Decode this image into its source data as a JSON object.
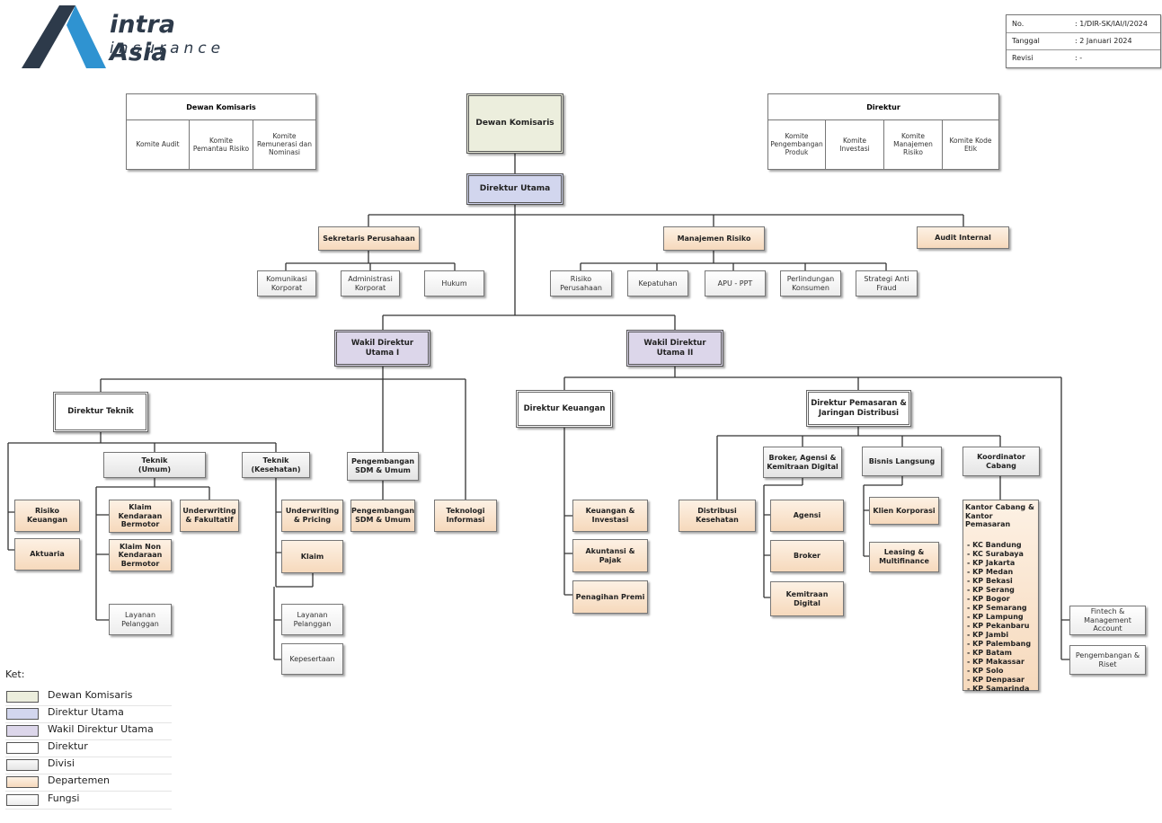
{
  "logo": {
    "brand": "intra Asia",
    "sub": "insurance"
  },
  "doc_info": [
    {
      "label": "No.",
      "value": ": 1/DIR-SK/IAI/I/2024"
    },
    {
      "label": "Tanggal",
      "value": ": 2 Januari 2024"
    },
    {
      "label": "Revisi",
      "value": ": -"
    }
  ],
  "committee_left": {
    "title": "Dewan Komisaris",
    "items": [
      "Komite Audit",
      "Komite Pemantau Risiko",
      "Komite Remunerasi dan Nominasi"
    ]
  },
  "committee_right": {
    "title": "Direktur",
    "items": [
      "Komite Pengembangan Produk",
      "Komite Investasi",
      "Komite Manajemen Risiko",
      "Komite Kode Etik"
    ]
  },
  "top": {
    "dewan_komisaris": "Dewan Komisaris",
    "direktur_utama": "Direktur Utama"
  },
  "corp": {
    "sekretaris": "Sekretaris Perusahaan",
    "komunikasi": "Komunikasi Korporat",
    "administrasi": "Administrasi Korporat",
    "hukum": "Hukum",
    "manajemen_risiko": "Manajemen Risiko",
    "risiko_perusahaan": "Risiko Perusahaan",
    "kepatuhan": "Kepatuhan",
    "apu": "APU - PPT",
    "perlindungan": "Perlindungan Konsumen",
    "strategi": "Strategi Anti Fraud",
    "audit": "Audit Internal"
  },
  "wadir1": {
    "title": "Wakil Direktur Utama I",
    "direktur_teknik": "Direktur Teknik",
    "teknik_umum": "Teknik\n(Umum)",
    "teknik_kesehatan": "Teknik\n(Kesehatan)",
    "risiko_keuangan": "Risiko Keuangan",
    "aktuaria": "Aktuaria",
    "klaim_kendaraan": "Klaim Kendaraan Bermotor",
    "klaim_non": "Klaim Non Kendaraan Bermotor",
    "layanan_umum": "Layanan Pelanggan",
    "uw_fakultatif": "Underwriting & Fakultatif",
    "uw_pricing": "Underwriting & Pricing",
    "klaim": "Klaim",
    "layanan_kes": "Layanan Pelanggan",
    "kepesertaan": "Kepesertaan",
    "sdm_div": "Pengembangan SDM & Umum",
    "sdm_dept": "Pengembangan SDM & Umum",
    "ti": "Teknologi Informasi"
  },
  "wadir2": {
    "title": "Wakil Direktur Utama II",
    "direktur_keuangan": "Direktur  Keuangan",
    "keuangan_investasi": "Keuangan & Investasi",
    "akuntansi": "Akuntansi & Pajak",
    "penagihan": "Penagihan Premi",
    "direktur_pemasaran": "Direktur  Pemasaran & Jaringan Distribusi",
    "distribusi_kes": "Distribusi Kesehatan",
    "broker_div": "Broker, Agensi & Kemitraan Digital",
    "agensi": "Agensi",
    "broker": "Broker",
    "kemitraan": "Kemitraan Digital",
    "bisnis_langsung": "Bisnis Langsung",
    "klien_korporasi": "Klien Korporasi",
    "leasing": "Leasing & Multifinance",
    "koordinator": "Koordinator Cabang",
    "kantor_title": "Kantor Cabang & Kantor Pemasaran",
    "kantor_list": [
      "- KC Bandung",
      "- KC Surabaya",
      "- KP Jakarta",
      "- KP Medan",
      "- KP Bekasi",
      "- KP Serang",
      "- KP Bogor",
      "- KP Semarang",
      "- KP Lampung",
      "- KP Pekanbaru",
      "- KP Jambi",
      "- KP Palembang",
      "- KP Batam",
      "- KP Makassar",
      "- KP Solo",
      "- KP Denpasar",
      "- KP Samarinda"
    ],
    "fintech": "Fintech & Management Account",
    "riset": "Pengembangan & Riset"
  },
  "legend": {
    "title": "Ket:",
    "items": [
      {
        "label": "Dewan Komisaris",
        "color": "#eceedd"
      },
      {
        "label": "Direktur Utama",
        "color": "#d2d6ee"
      },
      {
        "label": "Wakil Direktur Utama",
        "color": "#dcd6ea"
      },
      {
        "label": "Direktur",
        "color": "#ffffff"
      },
      {
        "label": "Divisi",
        "color": "#ececec"
      },
      {
        "label": "Departemen",
        "color": "#f8dcc0"
      },
      {
        "label": "Fungsi",
        "color": "#ffffff"
      }
    ]
  }
}
